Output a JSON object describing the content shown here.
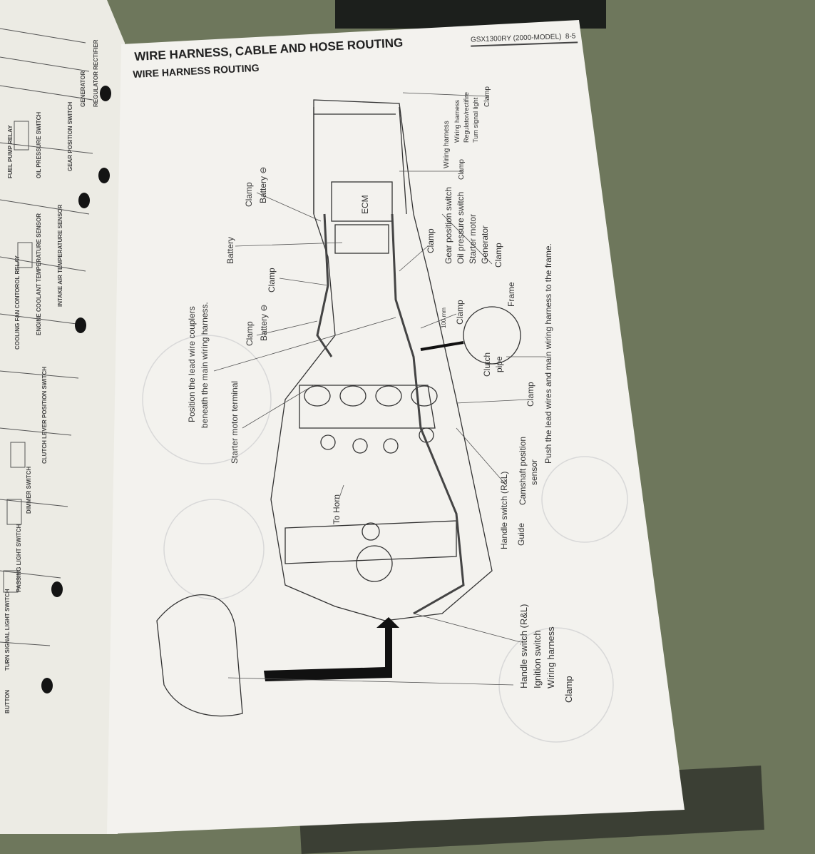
{
  "header": {
    "model": "GSX1300RY (2000-MODEL)",
    "page_number": "8-5"
  },
  "title": "WIRE HARNESS, CABLE AND HOSE ROUTING",
  "subtitle": "WIRE HARNESS ROUTING",
  "diagram_labels": {
    "clamp": "Clamp",
    "battery_neg": "Battery ⊖",
    "battery": "Battery",
    "ecm": "ECM",
    "position_note_1": "Position the lead wire couplers",
    "position_note_2": "beneath the main wiring harness.",
    "starter_motor_terminal": "Starter motor terminal",
    "to_horn": "To Horn",
    "handle_switch": "Handle switch (R&L)",
    "guide": "Guide",
    "camshaft_1": "Camshaft position",
    "camshaft_2": "sensor",
    "push_note": "Push the lead wires and main wiring harness to the frame.",
    "frame": "Frame",
    "clutch_1": "Clutch",
    "clutch_2": "pipe",
    "dimension": "100 mm",
    "wiring_harness": "Wiring harness",
    "gear_group": [
      "Gear position switch",
      "Oil pressure switch",
      "Starter motor",
      "Generator"
    ],
    "rear_group": [
      "Wiring harness",
      "Regulator/rectifire",
      "Turn signal light"
    ],
    "front_group": [
      "Handle switch (R&L)",
      "Ignition switch",
      "Wiring harness"
    ]
  },
  "left_page_labels": [
    "REGULATOR RECTIFIER",
    "GENERATOR",
    "GEAR POSITION SWITCH",
    "FUEL PUMP RELAY",
    "OIL PRESSURE SWITCH",
    "INTAKE AIR TEMPERATURE SENSOR",
    "ENGINE COOLANT TEMPERATURE SENSOR",
    "COOLING FAN CONTOROL RELAY",
    "CLUTCH LEVER POSITION SWITCH",
    "DIMMER SWITCH",
    "PASSING LIGHT SWITCH",
    "TURN SIGNAL LIGHT SWITCH",
    "BUTTON"
  ]
}
